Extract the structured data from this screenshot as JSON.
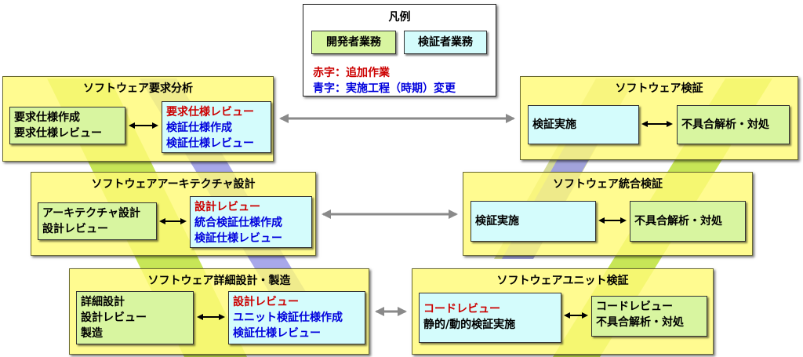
{
  "legend": {
    "title": "凡例",
    "dev_label": "開発者業務",
    "ver_label": "検証者業務",
    "red_note": "赤字：追加作業",
    "blue_note": "青字：実施工程（時期）変更"
  },
  "colors": {
    "dev_fill": "#d8f5a0",
    "ver_fill": "#d4fcfc",
    "phase_fill": "#fffa78",
    "red_text": "#cc0000",
    "blue_text": "#0000dd",
    "band_green": "#bde23a",
    "band_purple": "#9999e6"
  },
  "phases": {
    "requirements": {
      "title": "ソフトウェア要求分析",
      "dev_lines": [
        "要求仕様作成",
        "要求仕様レビュー"
      ],
      "ver_red": [
        "要求仕様レビュー"
      ],
      "ver_blue": [
        "検証仕様作成",
        "検証仕様レビュー"
      ]
    },
    "architecture": {
      "title": "ソフトウェアアーキテクチャ設計",
      "dev_lines": [
        "アーキテクチャ設計",
        "設計レビュー"
      ],
      "ver_red": [
        "設計レビュー"
      ],
      "ver_blue": [
        "統合検証仕様作成",
        "検証仕様レビュー"
      ]
    },
    "detailed": {
      "title": "ソフトウェア詳細設計・製造",
      "dev_lines": [
        "詳細設計",
        "設計レビュー",
        "製造"
      ],
      "ver_red": [
        "設計レビュー"
      ],
      "ver_blue": [
        "ユニット検証仕様作成",
        "検証仕様レビュー"
      ]
    },
    "verification": {
      "title": "ソフトウェア検証",
      "ver_lines": [
        "検証実施"
      ],
      "dev_lines": [
        "不具合解析・対処"
      ]
    },
    "integration": {
      "title": "ソフトウェア統合検証",
      "ver_lines": [
        "検証実施"
      ],
      "dev_lines": [
        "不具合解析・対処"
      ]
    },
    "unit": {
      "title": "ソフトウェアユニット検証",
      "ver_red": [
        "コードレビュー"
      ],
      "ver_black": [
        "静的/動的検証実施"
      ],
      "dev_lines": [
        "コードレビュー",
        "不具合解析・対処"
      ]
    }
  }
}
